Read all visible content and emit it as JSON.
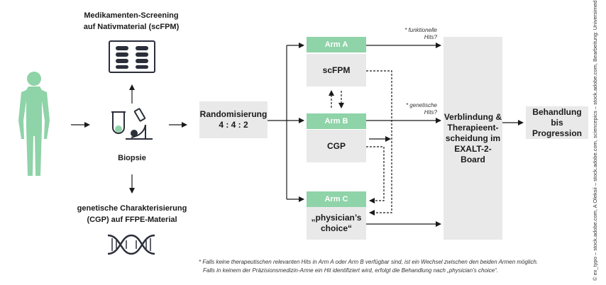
{
  "screening": {
    "title_line1": "Medikamenten-Screening",
    "title_line2": "auf Nativmaterial (scFPM)"
  },
  "biopsy": {
    "label": "Biopsie"
  },
  "genetics": {
    "title_line1": "genetische Charakterisierung",
    "title_line2": "(CGP) auf FFPE-Material"
  },
  "randomization": {
    "line1": "Randomisierung",
    "line2": "4 : 4 : 2"
  },
  "arms": [
    {
      "header": "Arm A",
      "body": "scFPM"
    },
    {
      "header": "Arm B",
      "body": "CGP"
    },
    {
      "header": "Arm C",
      "body_line1": "„physician’s",
      "body_line2": "choice“"
    }
  ],
  "notes": {
    "functional_line1": "* funktionelle",
    "functional_line2": "Hits?",
    "genetic_line1": "* genetische",
    "genetic_line2": "Hits?"
  },
  "board": {
    "line1": "Verblindung &",
    "line2": "Therapieent-",
    "line3": "scheidung im",
    "line4": "EXALT-2-Board"
  },
  "treatment": {
    "line1": "Behandlung",
    "line2": "bis Progression"
  },
  "footnote": {
    "line1": "* Falls keine therapeutischen relevanten Hits in Arm A oder Arm B verfügbar sind, ist ein Wechsel zwischen den beiden Armen möglich.",
    "line2": "Falls in keinem der Präzisionsmedizin-Arme ein Hit identifiziert wird, erfolgt die Behandlung nach „physician’s choice“."
  },
  "credit": "© ex_typo – stock.adobe.com, A Oleksii – stock.adobe.com, sciencepics – stock.adobe.com, Bearbeitung: Universimed",
  "colors": {
    "arm_header": "#8fd3a8",
    "box": "#e9e9e9",
    "figure": "#8fd3a8",
    "icon": "#2b2f3a"
  }
}
